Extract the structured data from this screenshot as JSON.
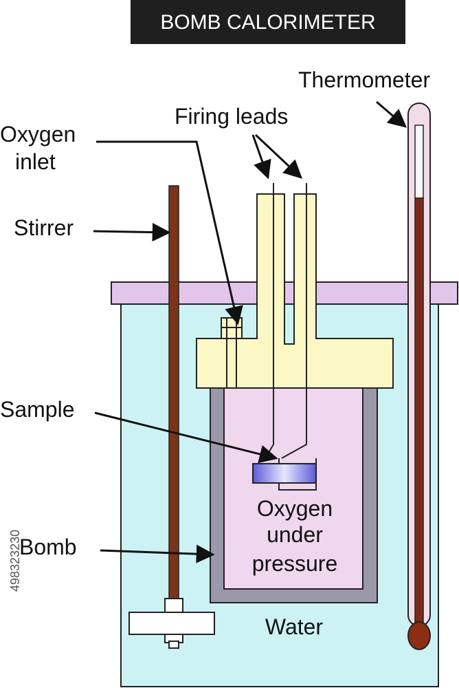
{
  "title": "BOMB CALORIMETER",
  "labels": {
    "thermometer": "Thermometer",
    "firing_leads": "Firing leads",
    "oxygen_inlet_line1": "Oxygen",
    "oxygen_inlet_line2": "inlet",
    "stirrer": "Stirrer",
    "sample": "Sample",
    "bomb": "Bomb",
    "oxygen_line1": "Oxygen",
    "oxygen_line2": "under",
    "oxygen_line3": "pressure",
    "water": "Water"
  },
  "watermark_id": "498323230",
  "colors": {
    "title_bg": "#1f1f1f",
    "title_text": "#ffffff",
    "water": "#ccf2f4",
    "lid": "#e3c5ec",
    "bomb_head": "#fbf8c5",
    "bomb_wall": "#9a98a9",
    "bomb_inside": "#efd7ee",
    "stirrer_rod": "#7a3418",
    "sample": "#6a6ae0",
    "thermometer_glass": "#f2dce8",
    "thermometer_fluid": "#7a2a18"
  }
}
